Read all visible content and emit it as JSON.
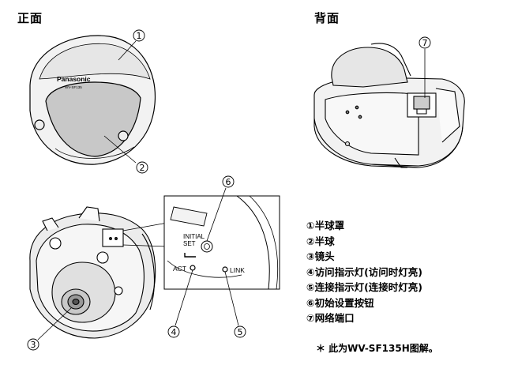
{
  "headings": {
    "front": "正面",
    "back": "背面"
  },
  "brand": {
    "name": "Panasonic",
    "model": "WV-SF135"
  },
  "callouts": [
    "1",
    "2",
    "3",
    "4",
    "5",
    "6",
    "7"
  ],
  "panel_labels": {
    "initial_set_line1": "INITIAL",
    "initial_set_line2": "SET",
    "act": "ACT",
    "link": "LINK"
  },
  "legend": [
    "①半球罩",
    "②半球",
    "③镜头",
    "④访问指示灯(访问时灯亮)",
    "⑤连接指示灯(连接时灯亮)",
    "⑥初始设置按钮",
    "⑦网络端口"
  ],
  "note": "＊ 此为WV-SF135H图解。"
}
